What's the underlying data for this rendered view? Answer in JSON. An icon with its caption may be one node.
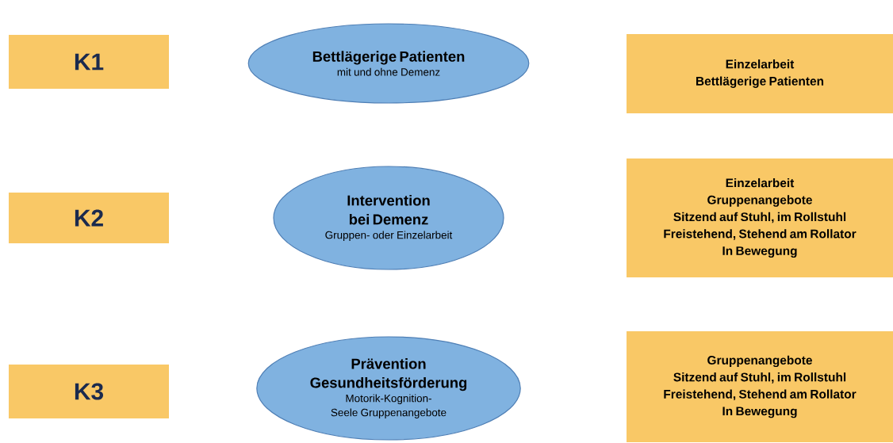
{
  "diagram": {
    "nodes": [
      {
        "text": [
          "K1"
        ]
      },
      {
        "text": [
          "Bettlägerige Patienten",
          "mit und ohne Demenz"
        ]
      },
      {
        "text": [
          "Einzelarbeit",
          "Bettlägerige Patienten"
        ]
      },
      {
        "text": [
          "K2"
        ]
      },
      {
        "text": [
          "Intervention bei Demenz",
          "Gruppen- oder Einzelarbeit"
        ]
      },
      {
        "text": [
          "Einzelarbeit",
          "Gruppenangebote",
          "Sitzend auf Stuhl, im Rollstuhl",
          "Freistehend, Stehend am Rollator",
          "In Bewegung"
        ]
      },
      {
        "text": [
          "K3"
        ]
      },
      {
        "text": [
          "Prävention Gesundheitsförderung",
          "Motorik-Kognition- Seele Gruppenangebote"
        ]
      },
      {
        "text": [
          "Gruppenangebote",
          "Sitzend auf Stuhl, im Rollstuhl",
          "Freistehend, Stehend am Rollator",
          "In Bewegung"
        ]
      }
    ]
  }
}
